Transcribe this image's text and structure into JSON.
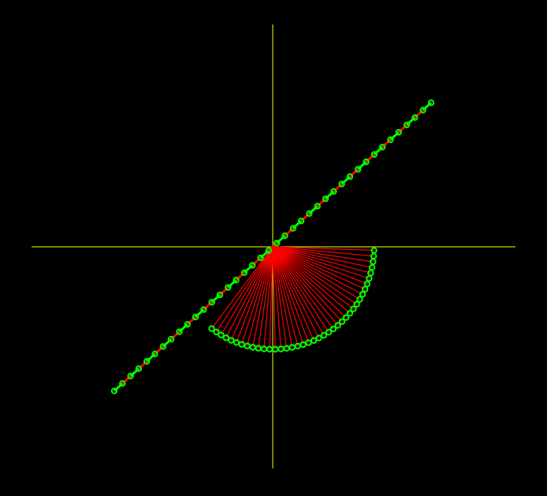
{
  "chart_data": {
    "type": "diagram",
    "description_shapes": {
      "axes": {
        "color": "#ffff00",
        "x_range": [
          -1.5,
          1.5
        ],
        "y_range": [
          -1.4,
          1.4
        ]
      },
      "line": {
        "from": [
          -1.0,
          -0.9
        ],
        "to": [
          1.0,
          0.9
        ],
        "n_points": 40,
        "through_origin": true
      },
      "fan": {
        "center": [
          0,
          0
        ],
        "radius": 0.64,
        "start_angle_deg": -2,
        "end_angle_deg": -127,
        "n_rays": 40
      }
    },
    "colors": {
      "background": "#000000",
      "axis": "#ffff00",
      "segment": "#ff0000",
      "point": "#00ff00"
    }
  }
}
